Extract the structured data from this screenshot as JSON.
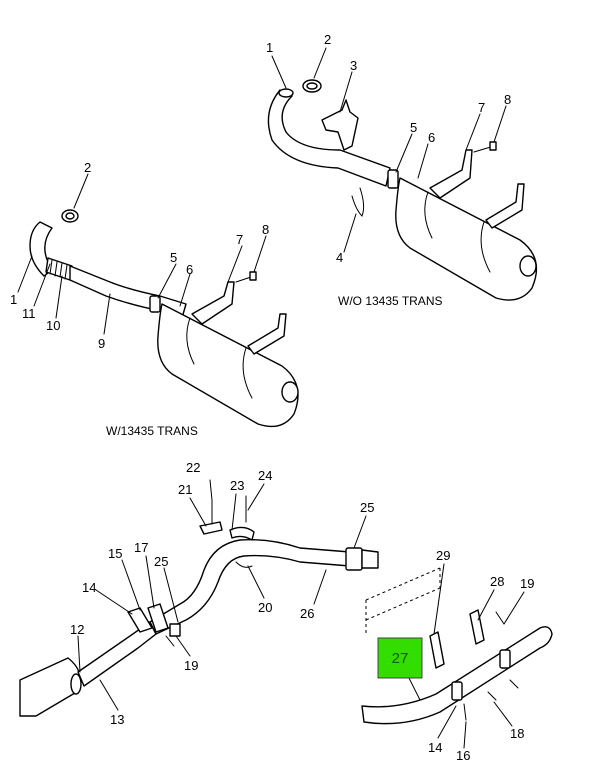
{
  "diagram": {
    "captions": {
      "w13435": "W/13435 TRANS",
      "wo13435": "W/O 13435 TRANS"
    },
    "highlight": {
      "label": "27",
      "color": "#33dd00"
    },
    "callouts": [
      {
        "id": "c-top-1",
        "text": "1"
      },
      {
        "id": "c-top-2",
        "text": "2"
      },
      {
        "id": "c-top-3",
        "text": "3"
      },
      {
        "id": "c-top-4",
        "text": "4"
      },
      {
        "id": "c-top-5",
        "text": "5"
      },
      {
        "id": "c-top-6",
        "text": "6"
      },
      {
        "id": "c-top-7",
        "text": "7"
      },
      {
        "id": "c-top-8",
        "text": "8"
      },
      {
        "id": "c-left-1",
        "text": "1"
      },
      {
        "id": "c-left-2",
        "text": "2"
      },
      {
        "id": "c-left-5",
        "text": "5"
      },
      {
        "id": "c-left-6",
        "text": "6"
      },
      {
        "id": "c-left-7",
        "text": "7"
      },
      {
        "id": "c-left-8",
        "text": "8"
      },
      {
        "id": "c-left-9",
        "text": "9"
      },
      {
        "id": "c-left-10",
        "text": "10"
      },
      {
        "id": "c-left-11",
        "text": "11"
      },
      {
        "id": "c-bot-12",
        "text": "12"
      },
      {
        "id": "c-bot-13",
        "text": "13"
      },
      {
        "id": "c-bot-14",
        "text": "14"
      },
      {
        "id": "c-bot-15",
        "text": "15"
      },
      {
        "id": "c-bot-17",
        "text": "17"
      },
      {
        "id": "c-bot-19a",
        "text": "19"
      },
      {
        "id": "c-bot-20",
        "text": "20"
      },
      {
        "id": "c-bot-21",
        "text": "21"
      },
      {
        "id": "c-bot-22",
        "text": "22"
      },
      {
        "id": "c-bot-23",
        "text": "23"
      },
      {
        "id": "c-bot-24",
        "text": "24"
      },
      {
        "id": "c-bot-25a",
        "text": "25"
      },
      {
        "id": "c-bot-25b",
        "text": "25"
      },
      {
        "id": "c-bot-26",
        "text": "26"
      },
      {
        "id": "c-rt-14",
        "text": "14"
      },
      {
        "id": "c-rt-16",
        "text": "16"
      },
      {
        "id": "c-rt-18",
        "text": "18"
      },
      {
        "id": "c-rt-19",
        "text": "19"
      },
      {
        "id": "c-rt-28",
        "text": "28"
      },
      {
        "id": "c-rt-29",
        "text": "29"
      }
    ]
  }
}
